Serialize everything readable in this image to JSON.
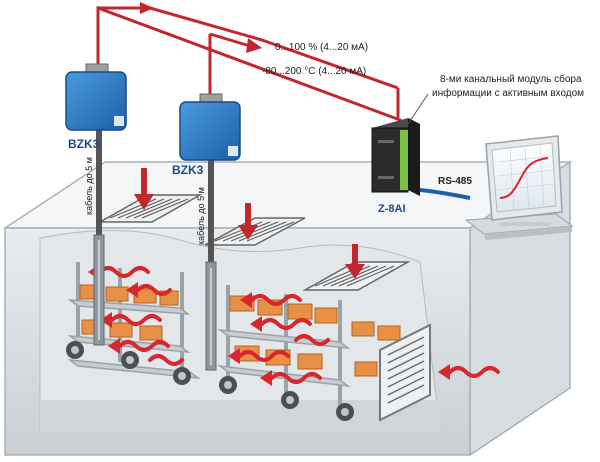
{
  "signal": {
    "range_percent": "0...100 % (4...20 мА)",
    "range_temp": "-80...200 °C (4...20 мА)"
  },
  "module": {
    "description_line1": "8-ми канальный модуль сбора",
    "description_line2": "информации с активным входом",
    "name": "Z-8AI"
  },
  "interface": {
    "label": "RS-485"
  },
  "sensors": [
    {
      "name": "BZK3",
      "cable": "кабель до 5 м"
    },
    {
      "name": "BZK3",
      "cable": "кабель до 5 м"
    }
  ],
  "colors": {
    "wire": "#c2272d",
    "heat_wave": "#d7262c",
    "sensor_box": "#2d7cc8",
    "rs485_cable": "#1f5fa8",
    "module_body": "#2b2b2b",
    "module_accent": "#7cc242"
  }
}
